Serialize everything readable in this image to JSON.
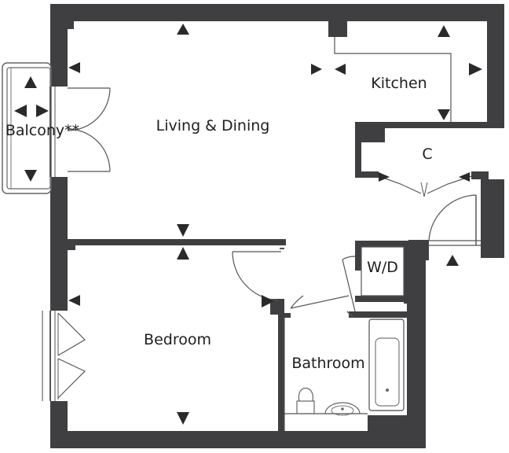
{
  "rooms": {
    "living": "Living & Dining",
    "kitchen": "Kitchen",
    "cupboard": "C",
    "balcony": "Balcony**",
    "bedroom": "Bedroom",
    "bathroom": "Bathroom",
    "washer_dryer": "W/D"
  },
  "colors": {
    "wall": "#3f3f41",
    "background": "#ffffff"
  },
  "icons": [
    "dimension-arrow-icon",
    "door-swing-icon",
    "window-icon",
    "bathtub-icon",
    "toilet-icon",
    "sink-icon"
  ]
}
